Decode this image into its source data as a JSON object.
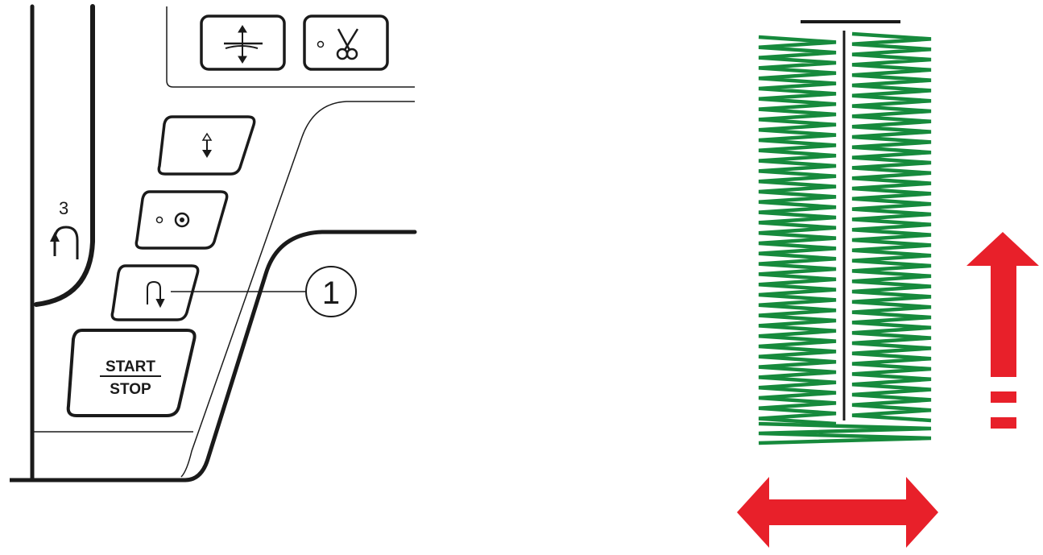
{
  "machine_panel": {
    "start_stop_button": {
      "line1": "START",
      "line2": "STOP"
    },
    "reverse_dial_number": "3",
    "callout_label": "1",
    "buttons": [
      {
        "name": "needle-threader-button",
        "icon": "needle-threader-icon"
      },
      {
        "name": "thread-cutter-button",
        "icon": "scissors-icon"
      },
      {
        "name": "needle-up-down-button",
        "icon": "needle-up-down-icon"
      },
      {
        "name": "auto-lock-button",
        "icon": "auto-lock-icon"
      },
      {
        "name": "reverse-button",
        "icon": "reverse-stitch-icon"
      },
      {
        "name": "start-stop-button",
        "icon": ""
      }
    ]
  },
  "stitch_diagram": {
    "stitch_color": "#168a3c",
    "arrow_color": "#e8202a",
    "center_line_color": "#1a1a1a"
  }
}
